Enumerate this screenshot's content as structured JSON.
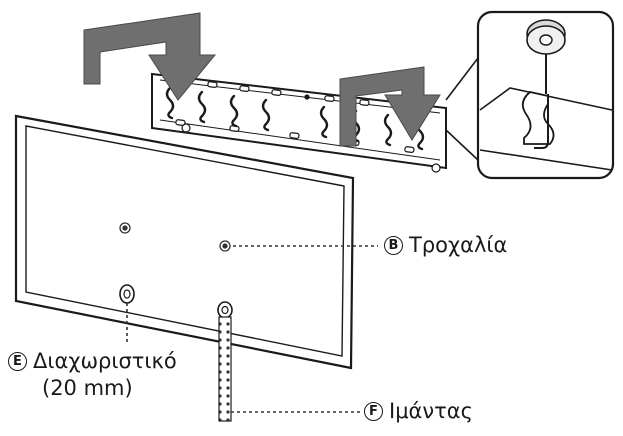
{
  "callouts": {
    "pulley": {
      "letter": "B",
      "label": "Τροχαλία"
    },
    "spacer": {
      "letter": "E",
      "label": "Διαχωριστικό",
      "size": "(20 mm)"
    },
    "belt": {
      "letter": "F",
      "label": "Ιμάντας"
    }
  },
  "colors": {
    "outline": "#1a1a1a",
    "arrow_fill": "#6f6f6f",
    "panel_fill": "#ffffff",
    "dashed_line": "#333333"
  }
}
